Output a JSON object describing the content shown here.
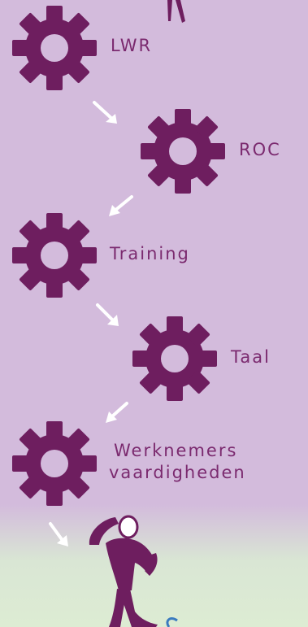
{
  "colors": {
    "gear": "#6e1e5f",
    "label": "#7b2a6f",
    "arrow": "#ffffff",
    "background_top": "#d3bbdc",
    "background_bottom": "#ddecd3"
  },
  "steps": [
    {
      "label": "LWR"
    },
    {
      "label": "ROC"
    },
    {
      "label": "Training"
    },
    {
      "label": "Taal"
    },
    {
      "label_line1": "Werknemers",
      "label_line2": "vaardigheden"
    }
  ],
  "icons": [
    "gear-icon",
    "arrow-icon",
    "person-figure"
  ]
}
